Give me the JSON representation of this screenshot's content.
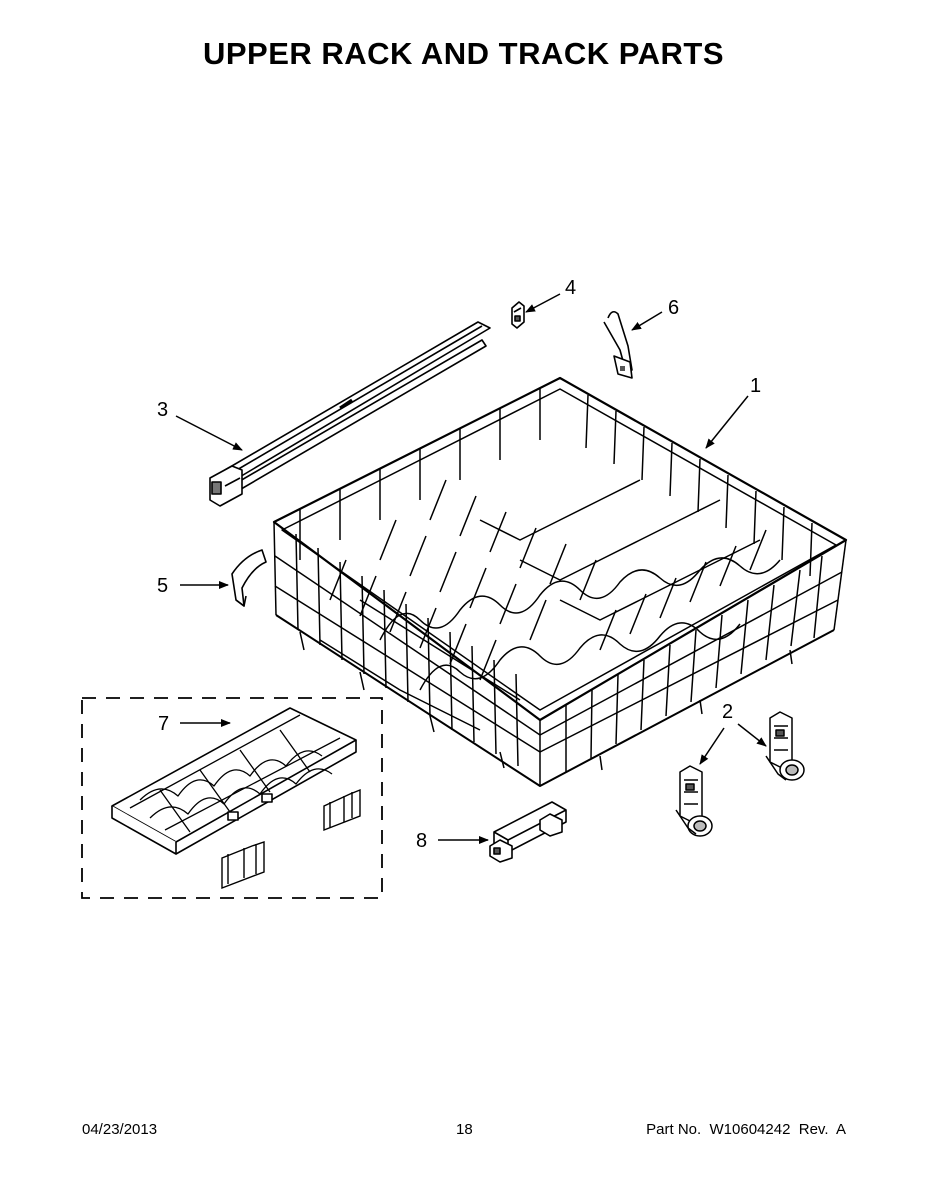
{
  "title": "UPPER RACK AND TRACK PARTS",
  "callouts": [
    {
      "id": "callout-1",
      "label": "1"
    },
    {
      "id": "callout-2",
      "label": "2"
    },
    {
      "id": "callout-3",
      "label": "3"
    },
    {
      "id": "callout-4",
      "label": "4"
    },
    {
      "id": "callout-5",
      "label": "5"
    },
    {
      "id": "callout-6",
      "label": "6"
    },
    {
      "id": "callout-7",
      "label": "7"
    },
    {
      "id": "callout-8",
      "label": "8"
    }
  ],
  "footer": {
    "date": "04/23/2013",
    "page": "18",
    "part_number": "Part No.  W10604242  Rev.  A"
  }
}
